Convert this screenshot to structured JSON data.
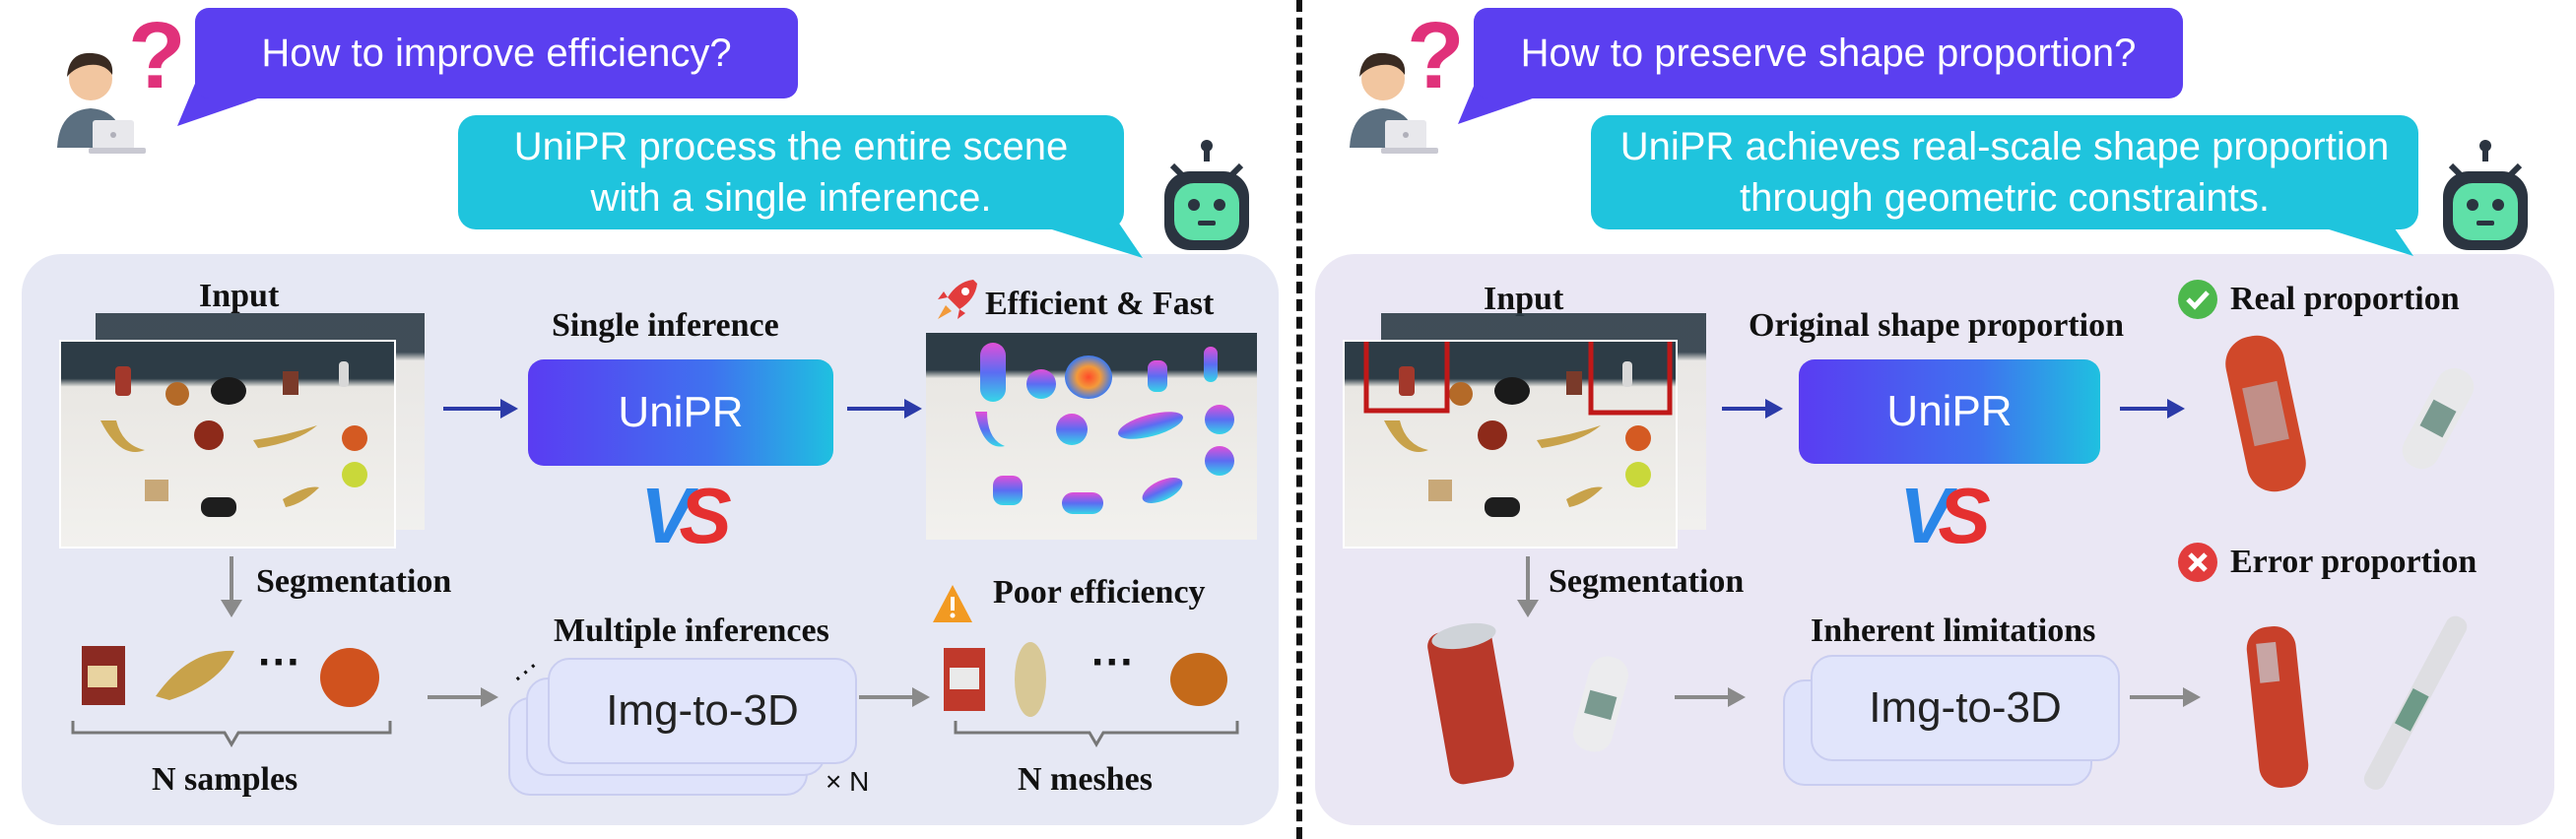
{
  "left": {
    "question": "How to improve efficiency?",
    "answer_line1": "UniPR process the entire scene",
    "answer_line2": "with a single inference.",
    "input_label": "Input",
    "single_inference_label": "Single inference",
    "unipr_label": "UniPR",
    "efficient_label": "Efficient & Fast",
    "segmentation_label": "Segmentation",
    "poor_label": "Poor efficiency",
    "multiple_label": "Multiple inferences",
    "img3d_label": "Img-to-3D",
    "times_n": "× N",
    "n_samples_label": "N samples",
    "n_meshes_label": "N meshes",
    "dots": "···"
  },
  "right": {
    "question": "How to preserve shape proportion?",
    "answer_line1": "UniPR achieves real-scale shape proportion",
    "answer_line2": "through geometric constraints.",
    "input_label": "Input",
    "original_label": "Original shape proportion",
    "unipr_label": "UniPR",
    "real_label": "Real proportion",
    "segmentation_label": "Segmentation",
    "error_label": "Error proportion",
    "inherent_label": "Inherent limitations",
    "img3d_label": "Img-to-3D"
  },
  "vs_text": {
    "v": "V",
    "s": "S"
  },
  "colors": {
    "question_bubble": "#5b3ff0",
    "answer_bubble": "#1fc4dd",
    "arrow_blue": "#2b3aa8",
    "arrow_gray": "#8a8a8a",
    "check_green": "#4cb84c",
    "error_red": "#e23c3c",
    "question_mark": "#e0317a",
    "vs_blue": "#2a86e8",
    "vs_red": "#e53030"
  },
  "icons": [
    "person-with-laptop-icon",
    "question-mark-icon",
    "robot-icon",
    "rocket-icon",
    "warning-icon",
    "check-circle-icon",
    "x-circle-icon"
  ]
}
